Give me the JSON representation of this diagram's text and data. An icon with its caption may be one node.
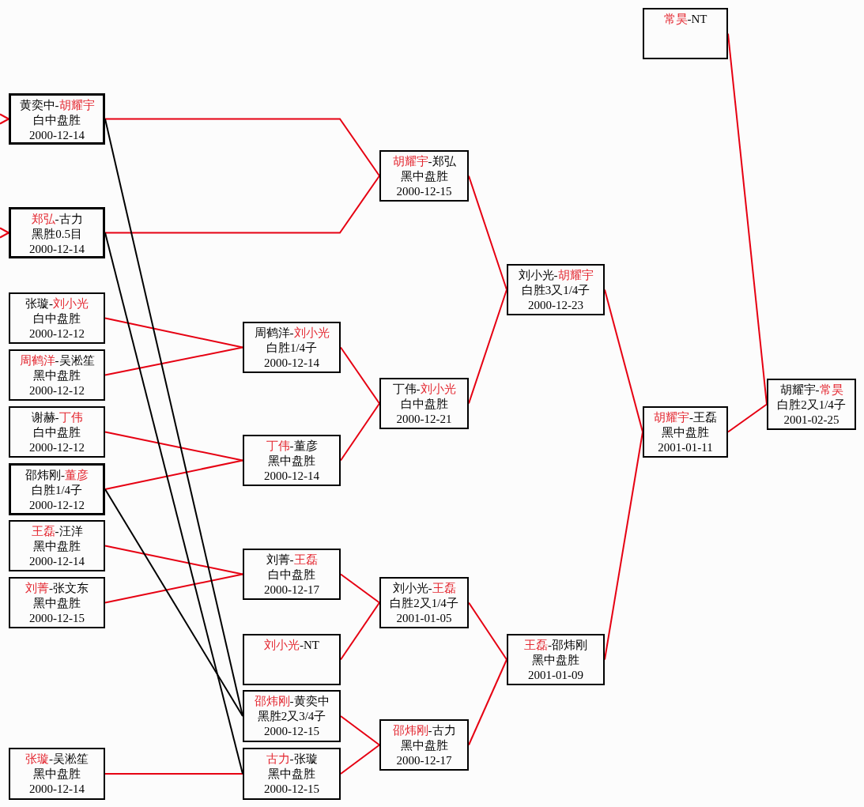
{
  "diagram": {
    "nodes": [
      {
        "text": [
          "黄奕中-胡耀宇",
          "白中盘胜",
          "2000-12-14"
        ]
      },
      {
        "text": [
          "郑弘-古力",
          "黑胜0.5目",
          "2000-12-14"
        ]
      },
      {
        "text": [
          "张璇-刘小光",
          "白中盘胜",
          "2000-12-12"
        ]
      },
      {
        "text": [
          "周鹤洋-吴淞笙",
          "黑中盘胜",
          "2000-12-12"
        ]
      },
      {
        "text": [
          "谢赫-丁伟",
          "白中盘胜",
          "2000-12-12"
        ]
      },
      {
        "text": [
          "邵炜刚-董彦",
          "白胜1/4子",
          "2000-12-12"
        ]
      },
      {
        "text": [
          "王磊-汪洋",
          "黑中盘胜",
          "2000-12-14"
        ]
      },
      {
        "text": [
          "刘菁-张文东",
          "黑中盘胜",
          "2000-12-15"
        ]
      },
      {
        "text": [
          "张璇-吴淞笙",
          "黑中盘胜",
          "2000-12-14"
        ]
      },
      {
        "text": [
          "周鹤洋-刘小光",
          "白胜1/4子",
          "2000-12-14"
        ]
      },
      {
        "text": [
          "丁伟-董彦",
          "黑中盘胜",
          "2000-12-14"
        ]
      },
      {
        "text": [
          "刘菁-王磊",
          "白中盘胜",
          "2000-12-17"
        ]
      },
      {
        "text": [
          "刘小光-NT"
        ]
      },
      {
        "text": [
          "邵炜刚-黄奕中",
          "黑胜2又3/4子",
          "2000-12-15"
        ]
      },
      {
        "text": [
          "古力-张璇",
          "黑中盘胜",
          "2000-12-15"
        ]
      },
      {
        "text": [
          "胡耀宇-郑弘",
          "黑中盘胜",
          "2000-12-15"
        ]
      },
      {
        "text": [
          "丁伟-刘小光",
          "白中盘胜",
          "2000-12-21"
        ]
      },
      {
        "text": [
          "刘小光-王磊",
          "白胜2又1/4子",
          "2001-01-05"
        ]
      },
      {
        "text": [
          "邵炜刚-古力",
          "黑中盘胜",
          "2000-12-17"
        ]
      },
      {
        "text": [
          "刘小光-胡耀宇",
          "白胜3又1/4子",
          "2000-12-23"
        ]
      },
      {
        "text": [
          "王磊-邵炜刚",
          "黑中盘胜",
          "2001-01-09"
        ]
      },
      {
        "text": [
          "常昊-NT"
        ]
      },
      {
        "text": [
          "胡耀宇-王磊",
          "黑中盘胜",
          "2001-01-11"
        ]
      },
      {
        "text": [
          "胡耀宇-常昊",
          "白胜2又1/4子",
          "2001-02-25"
        ]
      }
    ],
    "edges": [
      {
        "from": null,
        "to": 0,
        "arrow": "none"
      },
      {
        "from": null,
        "to": 0,
        "arrow": "none"
      },
      {
        "from": null,
        "to": 1,
        "arrow": "none"
      },
      {
        "from": null,
        "to": 1,
        "arrow": "none"
      },
      {
        "from": 0,
        "to": 15,
        "arrow": "none"
      },
      {
        "from": 1,
        "to": 15,
        "arrow": "none"
      },
      {
        "from": 2,
        "to": 9,
        "arrow": "none"
      },
      {
        "from": 3,
        "to": 9,
        "arrow": "none"
      },
      {
        "from": 4,
        "to": 10,
        "arrow": "none"
      },
      {
        "from": 5,
        "to": 10,
        "arrow": "none"
      },
      {
        "from": 6,
        "to": 11,
        "arrow": "none"
      },
      {
        "from": 7,
        "to": 11,
        "arrow": "none"
      },
      {
        "from": 8,
        "to": 14,
        "arrow": "none"
      },
      {
        "from": 0,
        "to": 13,
        "arrow": "none",
        "color": "#000000"
      },
      {
        "from": 1,
        "to": 14,
        "arrow": "none",
        "color": "#000000"
      },
      {
        "from": 5,
        "to": 13,
        "arrow": "none",
        "color": "#000000"
      },
      {
        "from": 9,
        "to": 16,
        "arrow": "none"
      },
      {
        "from": 10,
        "to": 16,
        "arrow": "none"
      },
      {
        "from": 11,
        "to": 17,
        "arrow": "none"
      },
      {
        "from": 12,
        "to": 17,
        "arrow": "none"
      },
      {
        "from": 13,
        "to": 18,
        "arrow": "none"
      },
      {
        "from": 14,
        "to": 18,
        "arrow": "none"
      },
      {
        "from": 15,
        "to": 19,
        "arrow": "none"
      },
      {
        "from": 16,
        "to": 19,
        "arrow": "none"
      },
      {
        "from": 17,
        "to": 20,
        "arrow": "none"
      },
      {
        "from": 18,
        "to": 20,
        "arrow": "none"
      },
      {
        "from": 19,
        "to": 22,
        "arrow": "none"
      },
      {
        "from": 20,
        "to": 22,
        "arrow": "none"
      },
      {
        "from": 21,
        "to": 23,
        "arrow": "none"
      },
      {
        "from": 22,
        "to": 23,
        "arrow": "none"
      }
    ]
  }
}
